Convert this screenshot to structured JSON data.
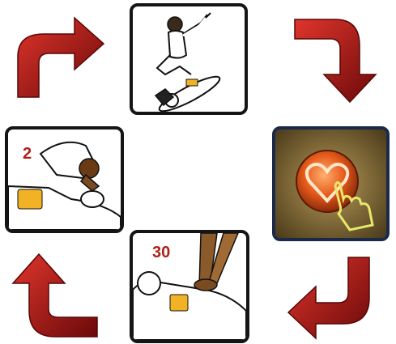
{
  "diagram": {
    "steps": [
      {
        "id": "check-and-call",
        "number": ""
      },
      {
        "id": "defibrillator",
        "number": ""
      },
      {
        "id": "chest-compressions",
        "number": "30"
      },
      {
        "id": "rescue-breaths",
        "number": "2"
      }
    ],
    "flow": "clockwise",
    "colors": {
      "arrow_dark": "#6a0a0a",
      "arrow_light": "#d8302a",
      "number": "#b0201a",
      "panel_border": "#151515",
      "heart_button": "#e2561a",
      "hand_outline": "#e7e86a",
      "pad": "#f2b225"
    },
    "icons": [
      "curved-arrow-icon",
      "heart-button-icon",
      "pointing-hand-icon",
      "defibrillator-pad-icon"
    ]
  }
}
